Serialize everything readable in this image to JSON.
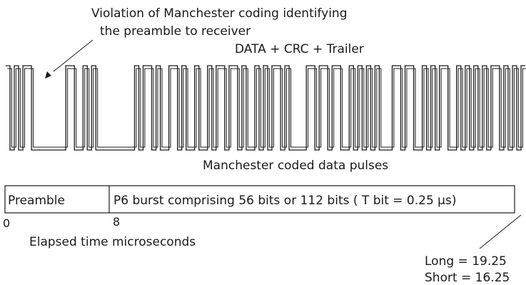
{
  "annotations": {
    "violation_line1": "Violation of Manchester coding identifying",
    "violation_line2": "the preamble to receiver",
    "data_crc_trailer": "DATA + CRC + Trailer",
    "pulses_caption": "Manchester coded data pulses"
  },
  "timeline": {
    "preamble_label": "Preamble",
    "burst_label": "P6 burst comprising 56 bits or 112 bits ( T bit = 0.25 μs)",
    "tick_start": "0",
    "tick_preamble_end": "8",
    "axis_label": "Elapsed time microseconds",
    "long_label": "Long = 19.25",
    "short_label": "Short = 16.25"
  },
  "pulse_train": {
    "levels": [
      1,
      0,
      1,
      0,
      1,
      1,
      0,
      0,
      0,
      0,
      0,
      0,
      0,
      0,
      1,
      1,
      0,
      0,
      1,
      0,
      1,
      0,
      0,
      0,
      0,
      0,
      0,
      0,
      0,
      0,
      1,
      0,
      1,
      1,
      0,
      1,
      0,
      0,
      1,
      1,
      0,
      1,
      0,
      0,
      1,
      0,
      0,
      1,
      0,
      1,
      1,
      0,
      1,
      1,
      0,
      1,
      0,
      0,
      1,
      0,
      1,
      0,
      1,
      1,
      0,
      1,
      0,
      0,
      0,
      0,
      1,
      1,
      0,
      1,
      1,
      0,
      1,
      1,
      0,
      0,
      1,
      0,
      1,
      0,
      1,
      0,
      1,
      0,
      0,
      0,
      1,
      1,
      0,
      1,
      1,
      0,
      0,
      1,
      0,
      1,
      0,
      1,
      1,
      0,
      0,
      1,
      0,
      1,
      0,
      1,
      0,
      1,
      0,
      1,
      1,
      0,
      1,
      0,
      1,
      0,
      1
    ]
  }
}
